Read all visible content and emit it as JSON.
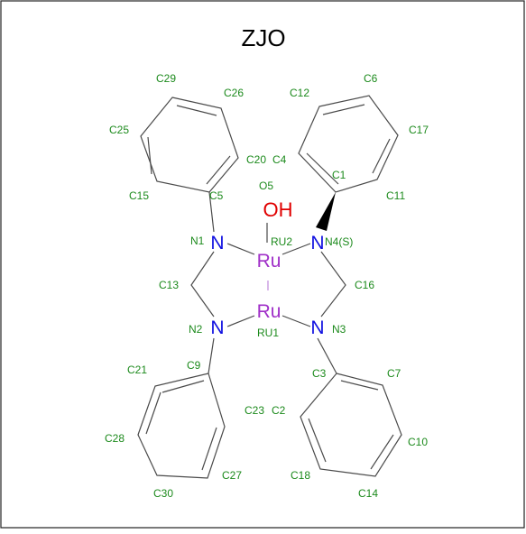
{
  "title": "ZJO",
  "colors": {
    "carbon_label": "#1c8a1c",
    "nitrogen": "#1010e0",
    "ruthenium": "#a030c8",
    "oxygen": "#e00000",
    "bond": "#4a4a4a",
    "border": "#222222"
  },
  "atoms": {
    "oh": "OH",
    "ru_top": "Ru",
    "ru_bottom": "Ru",
    "n_left_top": "N",
    "n_right_top": "N",
    "n_left_bottom": "N",
    "n_right_bottom": "N"
  },
  "labels": {
    "C29": "C29",
    "C26": "C26",
    "C25": "C25",
    "C20": "C20",
    "C4": "C4",
    "C15": "C15",
    "C5": "C5",
    "O5": "O5",
    "C12": "C12",
    "C6": "C6",
    "C17": "C17",
    "C1": "C1",
    "C11": "C11",
    "N1": "N1",
    "RU2": "RU2",
    "N4": "N4(S)",
    "C13": "C13",
    "C16": "C16",
    "N2": "N2",
    "RU1": "RU1",
    "N3": "N3",
    "C21": "C21",
    "C9": "C9",
    "C3": "C3",
    "C7": "C7",
    "C23": "C23",
    "C2": "C2",
    "C28": "C28",
    "C10": "C10",
    "C27": "C27",
    "C30": "C30",
    "C18": "C18",
    "C14": "C14"
  }
}
